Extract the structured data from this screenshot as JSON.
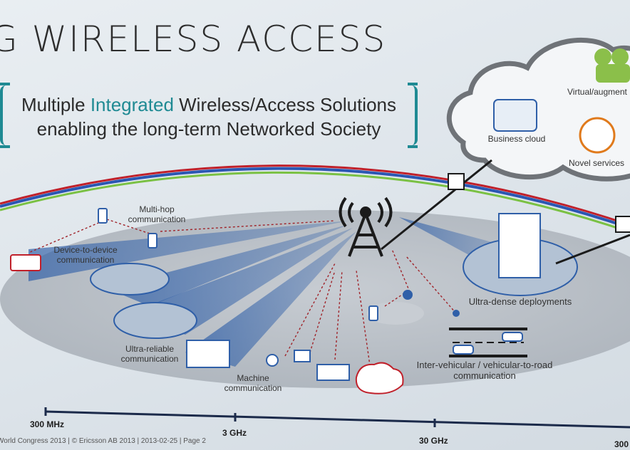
{
  "title": "G WIRELESS ACCESS",
  "subtitle": {
    "line1_a": "Multiple ",
    "line1_highlight": "Integrated",
    "line1_b": " Wireless/Access Solutions",
    "line2": "enabling the long-term Networked Society"
  },
  "cloud": {
    "business_cloud": "Business cloud",
    "virtual": "Virtual/augment",
    "novel_services": "Novel services"
  },
  "labels": {
    "multihop": "Multi-hop communication",
    "d2d": "Device-to-device communication",
    "ultra_reliable": "Ultra-reliable communication",
    "machine": "Machine communication",
    "ultra_dense": "Ultra-dense deployments",
    "intervehicular_1": "Inter-vehicular / vehicular-to-road",
    "intervehicular_2": "communication"
  },
  "frequency_axis": [
    "300 MHz",
    "3 GHz",
    "30 GHz",
    "300"
  ],
  "footer": "World Congress 2013  |  © Ericsson AB 2013  |  2013-02-25  |  Page 2",
  "colors": {
    "accent": "#1f8a93",
    "beam": "#2f5fa8",
    "arc_red": "#c0202a",
    "arc_green": "#7ac143",
    "arc_blue": "#2b57b3"
  }
}
